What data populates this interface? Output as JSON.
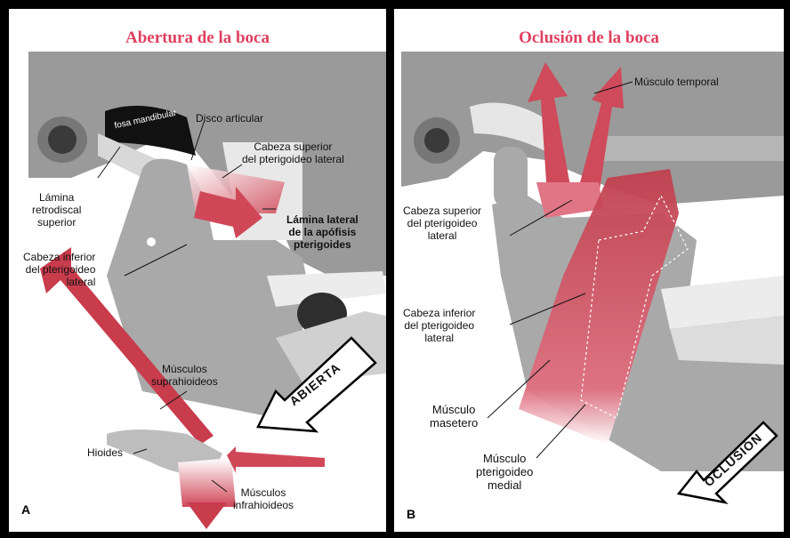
{
  "panel_a": {
    "title": "Abertura de la boca",
    "letter": "A",
    "fossa_label": "fosa mandibular",
    "arrow_label": "ABIERTA",
    "labels": {
      "disco": "Disco articular",
      "cabeza_superior": [
        "Cabeza superior",
        "del pterigoideo lateral"
      ],
      "lamina_retro": [
        "Lámina",
        "retrodiscal",
        "superior"
      ],
      "lamina_lateral": [
        "Lámina lateral",
        "de la apófisis",
        "pterigoides"
      ],
      "cabeza_inferior": [
        "Cabeza inferior",
        "del pterigoideo",
        "lateral"
      ],
      "suprahioideos": [
        "Músculos",
        "suprahioideos"
      ],
      "hioides": "Hioides",
      "infrahioideos": [
        "Músculos",
        "infrahioideos"
      ]
    }
  },
  "panel_b": {
    "title": "Oclusión de la boca",
    "letter": "B",
    "arrow_label": "OCLUSIÓN",
    "labels": {
      "temporal": "Músculo temporal",
      "cabeza_superior": [
        "Cabeza superior",
        "del pterigoideo",
        "lateral"
      ],
      "cabeza_inferior": [
        "Cabeza inferior",
        "del pterigoideo",
        "lateral"
      ],
      "masetero": [
        "Músculo",
        "masetero"
      ],
      "pterigoideo_medial": [
        "Músculo",
        "pterigoideo",
        "medial"
      ]
    }
  },
  "colors": {
    "title": "#e0415f",
    "muscle": "#c84050",
    "bone": "#9a9a9a",
    "bone_light": "#bdbdbd"
  }
}
